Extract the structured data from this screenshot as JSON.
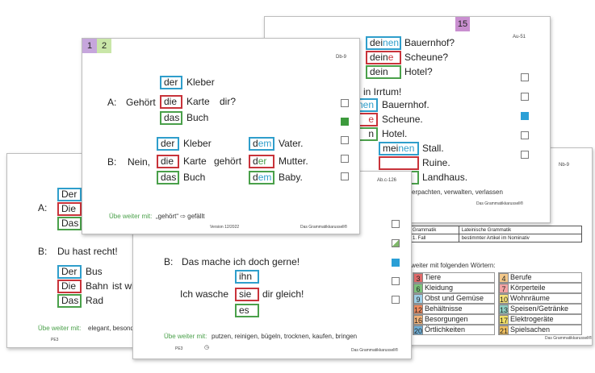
{
  "card_left": {
    "label_a": "A:",
    "words": [
      "Der",
      "Die",
      "Das"
    ],
    "label_b": "B:",
    "b_text": "Du hast recht!",
    "words2": [
      "Der",
      "Die",
      "Das"
    ],
    "nouns2": [
      "Bus",
      "Bahn",
      "Rad"
    ],
    "ist_wi": "ist wi",
    "practice_label": "Übe weiter mit:",
    "practice_words": "elegant, besond",
    "footer_code": "PE3"
  },
  "card_mid": {
    "code": "Ab.c-126",
    "label_b": "B:",
    "b_text": "Das mache ich doch gerne!",
    "sent_start": "Ich wasche",
    "pronouns": [
      "ihn",
      "sie",
      "es"
    ],
    "sent_end": "dir gleich!",
    "practice_label": "Übe weiter mit:",
    "practice_words": "putzen, reinigen, bügeln, trocknen, kaufen, bringen",
    "footer_code": "PE3",
    "brand": "Das Grammatikkarussell®"
  },
  "card_top_right": {
    "number": "15",
    "code": "Au-51",
    "articles1": [
      "deinen",
      "deine",
      "dein"
    ],
    "nouns1": [
      "Bauernhof?",
      "Scheune?",
      "Hotel?"
    ],
    "irrtum": "in Irrtum!",
    "articles2_suffix": [
      "nen",
      "e",
      "n"
    ],
    "nouns2": [
      "Bauernhof.",
      "Scheune.",
      "Hotel."
    ],
    "articles3": [
      "meinen",
      "",
      ""
    ],
    "nouns3": [
      "Stall.",
      "Ruine.",
      "Landhaus."
    ],
    "practice_words": "verpachten, verwalten, verlassen",
    "brand": "Das Grammatikkarussell®"
  },
  "card_right": {
    "code": "Nb-9",
    "table_head": [
      "Grammatik",
      "Lateinische Grammatik"
    ],
    "table_row": [
      "1. Fall",
      "bestimmter Artikel im Nominativ"
    ],
    "intro": "weiter mit folgenden Wörtern:",
    "words": [
      {
        "n": "3",
        "label": "Tiere",
        "color": "#e06a6a"
      },
      {
        "n": "4",
        "label": "Berufe",
        "color": "#f3c88a"
      },
      {
        "n": "6",
        "label": "Kleidung",
        "color": "#7cc27c"
      },
      {
        "n": "7",
        "label": "Körperteile",
        "color": "#f4a3a3"
      },
      {
        "n": "9",
        "label": "Obst und Gemüse",
        "color": "#9fd0e8"
      },
      {
        "n": "10",
        "label": "Wohnräume",
        "color": "#f6e27a"
      },
      {
        "n": "12",
        "label": "Behältnisse",
        "color": "#f08a5d"
      },
      {
        "n": "13",
        "label": "Speisen/Getränke",
        "color": "#8fd0c4"
      },
      {
        "n": "16",
        "label": "Besorgungen",
        "color": "#f2b37a"
      },
      {
        "n": "17",
        "label": "Elektrogeräte",
        "color": "#f3e066"
      },
      {
        "n": "20",
        "label": "Örtlichkeiten",
        "color": "#6fb0d8"
      },
      {
        "n": "21",
        "label": "Spielsachen",
        "color": "#f0c060"
      }
    ],
    "brand": "Das Grammatikkarussell®"
  },
  "card_main": {
    "badge1": "1",
    "badge2": "2",
    "code": "Db-9",
    "label_a": "A:",
    "a_text": "Gehört",
    "articles_a": [
      "der",
      "die",
      "das"
    ],
    "nouns_a": [
      "Kleber",
      "Karte",
      "Buch"
    ],
    "dir": "dir?",
    "label_b": "B:",
    "b_text": "Nein,",
    "articles_b": [
      "der",
      "die",
      "das"
    ],
    "nouns_b": [
      "Kleber",
      "Karte",
      "Buch"
    ],
    "gehoert": "gehört",
    "articles_c": [
      "dem",
      "der",
      "dem"
    ],
    "nouns_c": [
      "Vater.",
      "Mutter.",
      "Baby."
    ],
    "practice_label": "Übe weiter mit:",
    "practice_words": "„gehört“ ⇨ gefällt",
    "version": "Version 12/2022",
    "brand": "Das Grammatikkarussell®"
  }
}
